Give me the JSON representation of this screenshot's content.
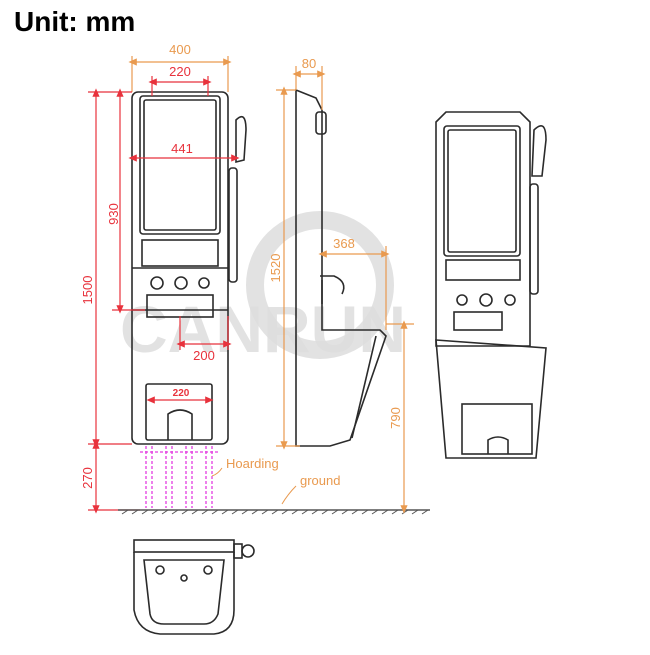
{
  "title": "Unit: mm",
  "watermark": "CANRUN",
  "colors": {
    "red_dim": "#e8323c",
    "orange_dim": "#e99a4f",
    "magenta": "#e33be0",
    "outline": "#2b2b2b",
    "watermark": "#d9d9d9"
  },
  "front_view": {
    "dims": {
      "width_400": "400",
      "width_220_top": "220",
      "width_441": "441",
      "height_930": "930",
      "height_1500": "1500",
      "depth_200": "200",
      "width_220_box": "220",
      "height_270": "270"
    },
    "labels": {
      "hoarding": "Hoarding",
      "ground": "ground"
    }
  },
  "side_view": {
    "dims": {
      "depth_80": "80",
      "height_1520": "1520",
      "reach_368": "368",
      "height_790": "790"
    }
  },
  "icons": [
    "mirror-icon",
    "shower-head-icon",
    "faucet-icon",
    "knob-icon",
    "sink-icon"
  ]
}
